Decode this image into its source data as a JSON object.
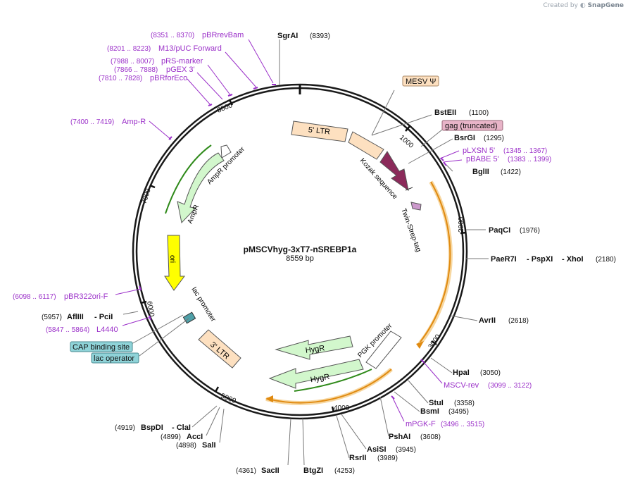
{
  "watermark": {
    "prefix": "Created by",
    "brand": "SnapGene"
  },
  "plasmid": {
    "name": "pMSCVhyg-3xT7-nSREBP1a",
    "size": "8559 bp"
  },
  "ticks": [
    "1000",
    "2000",
    "3000",
    "4000",
    "5000",
    "6000",
    "7000",
    "8000"
  ],
  "features": {
    "five_ltr": "5' LTR",
    "three_ltr": "3' LTR",
    "kozak": "Kozak sequence",
    "twin_strep": "Twin-Strep-tag",
    "ampr_promoter": "AmpR promoter",
    "ampr": "AmpR",
    "ori": "ori",
    "lac_promoter": "lac promoter",
    "pgk_promoter": "PGK promoter",
    "hygr1": "HygR",
    "hygr2": "HygR"
  },
  "boxed_labels": {
    "mesv": "MESV Ψ",
    "gag": "gag (truncated)",
    "cap": "CAP binding site",
    "lac_operator": "lac operator"
  },
  "sites": {
    "sgrai": {
      "name": "SgrAI",
      "pos": "(8393)"
    },
    "bsteii": {
      "name": "BstEII",
      "pos": "(1100)"
    },
    "bsrgi": {
      "name": "BsrGI",
      "pos": "(1295)"
    },
    "bglii": {
      "name": "BglII",
      "pos": "(1422)"
    },
    "paqci": {
      "name": "PaqCI",
      "pos": "(1976)"
    },
    "paer7i": {
      "name": "PaeR7I",
      "sep1": "- PspXI",
      "sep2": "- XhoI",
      "pos": "(2180)"
    },
    "avrii": {
      "name": "AvrII",
      "pos": "(2618)"
    },
    "hpai": {
      "name": "HpaI",
      "pos": "(3050)"
    },
    "stui": {
      "name": "StuI",
      "pos": "(3358)"
    },
    "bsmi": {
      "name": "BsmI",
      "pos": "(3495)"
    },
    "pshai": {
      "name": "PshAI",
      "pos": "(3608)"
    },
    "asisi": {
      "name": "AsiSI",
      "pos": "(3945)"
    },
    "rsrii": {
      "name": "RsrII",
      "pos": "(3989)"
    },
    "btgzi": {
      "name": "BtgZI",
      "pos": "(4253)"
    },
    "sacii": {
      "name": "SacII",
      "pos": "(4361)"
    },
    "sali": {
      "name": "SalI",
      "pos": "(4898)"
    },
    "acci": {
      "name": "AccI",
      "pos": "(4899)"
    },
    "bspdi": {
      "name": "BspDI",
      "sep": "- ClaI",
      "pos": "(4919)"
    },
    "aflIII": {
      "name": "AflIII",
      "sep": "- PciI",
      "pos": "(5957)"
    }
  },
  "primers": {
    "pbrrevbam": {
      "range": "(8351 .. 8370)",
      "name": "pBRrevBam"
    },
    "m13puc": {
      "range": "(8201 .. 8223)",
      "name": "M13/pUC Forward"
    },
    "prs": {
      "range": "(7988 .. 8007)",
      "name": "pRS-marker"
    },
    "pgex": {
      "range": "(7866 .. 7888)",
      "name": "pGEX 3'"
    },
    "pbrforeco": {
      "range": "(7810 .. 7828)",
      "name": "pBRforEco"
    },
    "ampr_primer": {
      "range": "(7400 .. 7419)",
      "name": "Amp-R"
    },
    "plxsn": {
      "name": "pLXSN 5'",
      "range": "(1345 .. 1367)"
    },
    "pbabe": {
      "name": "pBABE 5'",
      "range": "(1383 .. 1399)"
    },
    "msvrev": {
      "name": "MSCV-rev",
      "range": "(3099 .. 3122)"
    },
    "mpgk": {
      "name": "mPGK-F",
      "range": "(3496 .. 3515)"
    },
    "pbr322ori": {
      "range": "(6098 .. 6117)",
      "name": "pBR322ori-F"
    },
    "l4440": {
      "range": "(5847 .. 5864)",
      "name": "L4440"
    }
  },
  "colors": {
    "backbone": "#1a1a1a",
    "site_label": "#000000",
    "primer": "#9b30c9",
    "ltr_fill": "#fde0c0",
    "orange_arc": "#f0a830",
    "hygr_fill": "#d2f7cc",
    "ampr_fill": "#d2f7cc",
    "ori_fill": "#ffff00",
    "kozak_fill": "#8b2a5a",
    "box_cyan": "#8fd3d8",
    "box_gag": "#e8b4c8"
  }
}
